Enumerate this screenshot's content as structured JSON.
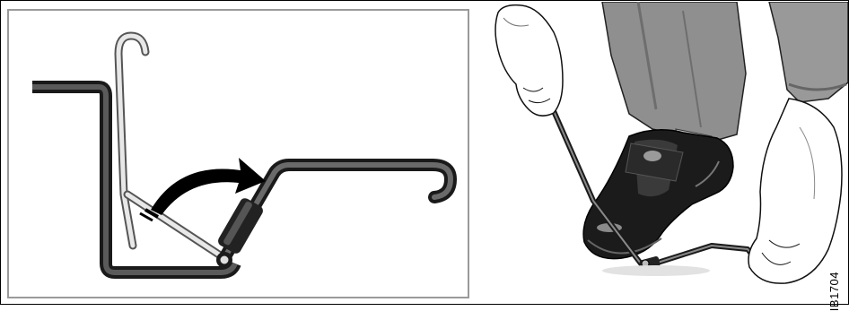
{
  "figure": {
    "code": "IB1704",
    "left_illustration": "crank-handle-unfold-diagram",
    "right_illustration": "crank-handle-foot-use-illustration",
    "arrow_icon": "curved-arrow-icon"
  }
}
